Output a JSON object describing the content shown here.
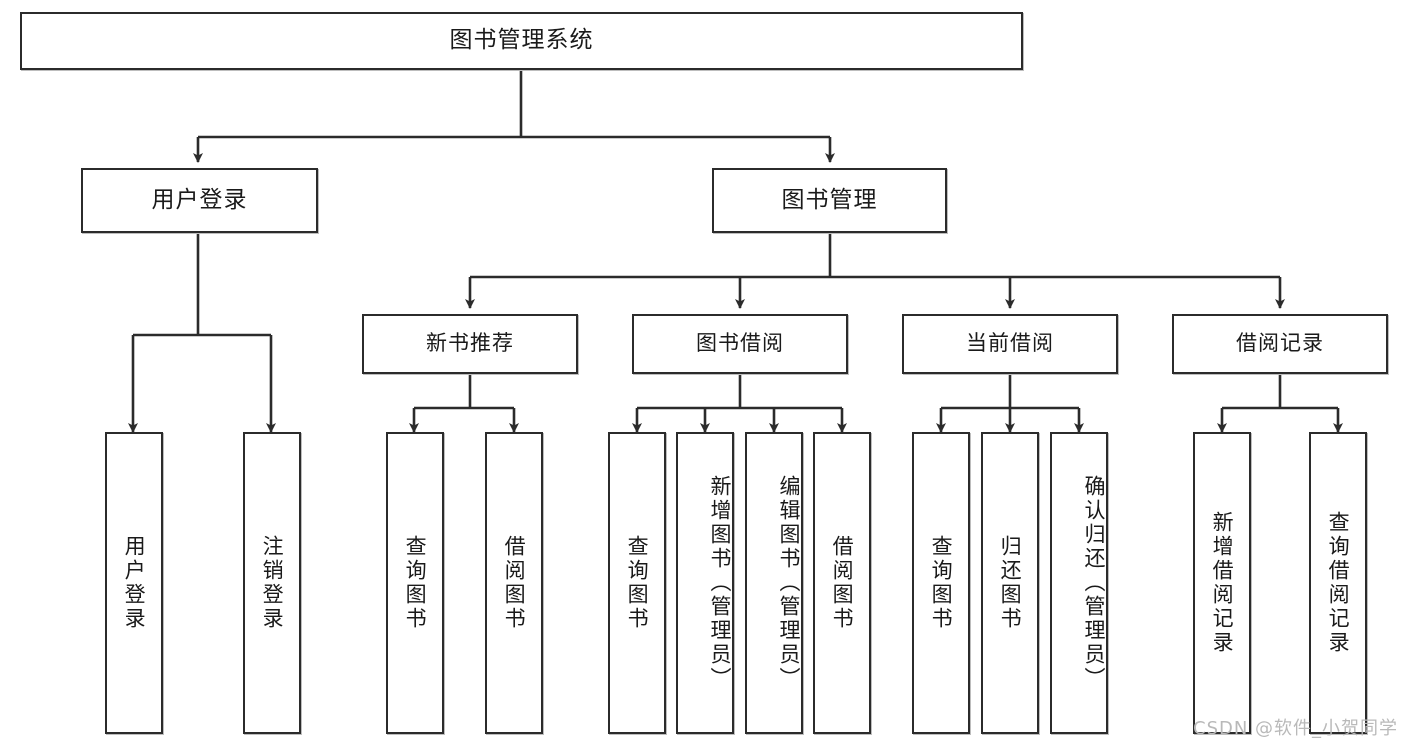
{
  "diagram": {
    "title": "图书管理系统",
    "type": "tree-hierarchy",
    "root": {
      "label": "图书管理系统"
    },
    "level2": [
      {
        "label": "用户登录"
      },
      {
        "label": "图书管理"
      }
    ],
    "level3": [
      {
        "label": "新书推荐"
      },
      {
        "label": "图书借阅"
      },
      {
        "label": "当前借阅"
      },
      {
        "label": "借阅记录"
      }
    ],
    "leaves": {
      "user_login": [
        {
          "label": "用户登录"
        },
        {
          "label": "注销登录"
        }
      ],
      "new_book_recommend": [
        {
          "label": "查询图书"
        },
        {
          "label": "借阅图书"
        }
      ],
      "book_borrow": [
        {
          "label": "查询图书"
        },
        {
          "label": "新增图书（管理员）"
        },
        {
          "label": "编辑图书（管理员）"
        },
        {
          "label": "借阅图书"
        }
      ],
      "current_borrow": [
        {
          "label": "查询图书"
        },
        {
          "label": "归还图书"
        },
        {
          "label": "确认归还（管理员）"
        }
      ],
      "borrow_records": [
        {
          "label": "新增借阅记录"
        },
        {
          "label": "查询借阅记录"
        }
      ]
    }
  },
  "watermark": {
    "text": "CSDN @软件_小贺同学"
  },
  "colors": {
    "stroke": "#2b2b2b",
    "fill": "#ffffff",
    "text": "#1a1a1a",
    "watermark": "#b9b9b9"
  }
}
